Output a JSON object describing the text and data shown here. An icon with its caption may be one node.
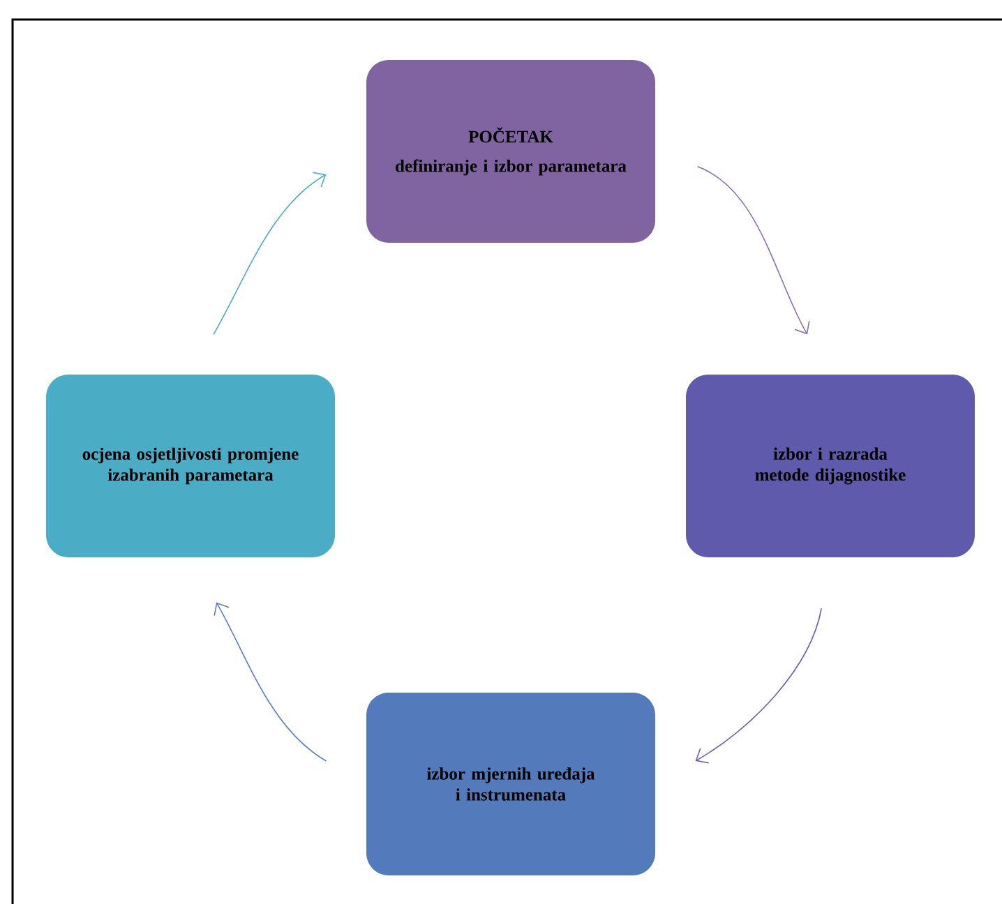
{
  "diagram": {
    "nodes": [
      {
        "text": [
          "POČETAK",
          "definiranje i izbor parametara"
        ]
      },
      {
        "text": [
          "izbor i razrada metode dijagnostike"
        ]
      },
      {
        "text": [
          "izbor mjernih uređaja i instrumenata"
        ]
      },
      {
        "text": [
          "ocjena osjetljivosti promjene izabranih parametara"
        ]
      }
    ],
    "edges": [
      {
        "from": 0,
        "to": 1,
        "arrow": "to",
        "color": "#8a70b0"
      },
      {
        "from": 1,
        "to": 2,
        "arrow": "to",
        "color": "#6a60b2"
      },
      {
        "from": 2,
        "to": 3,
        "arrow": "to",
        "color": "#5a7cc0"
      },
      {
        "from": 3,
        "to": 0,
        "arrow": "to",
        "color": "#4bacc6"
      }
    ]
  }
}
